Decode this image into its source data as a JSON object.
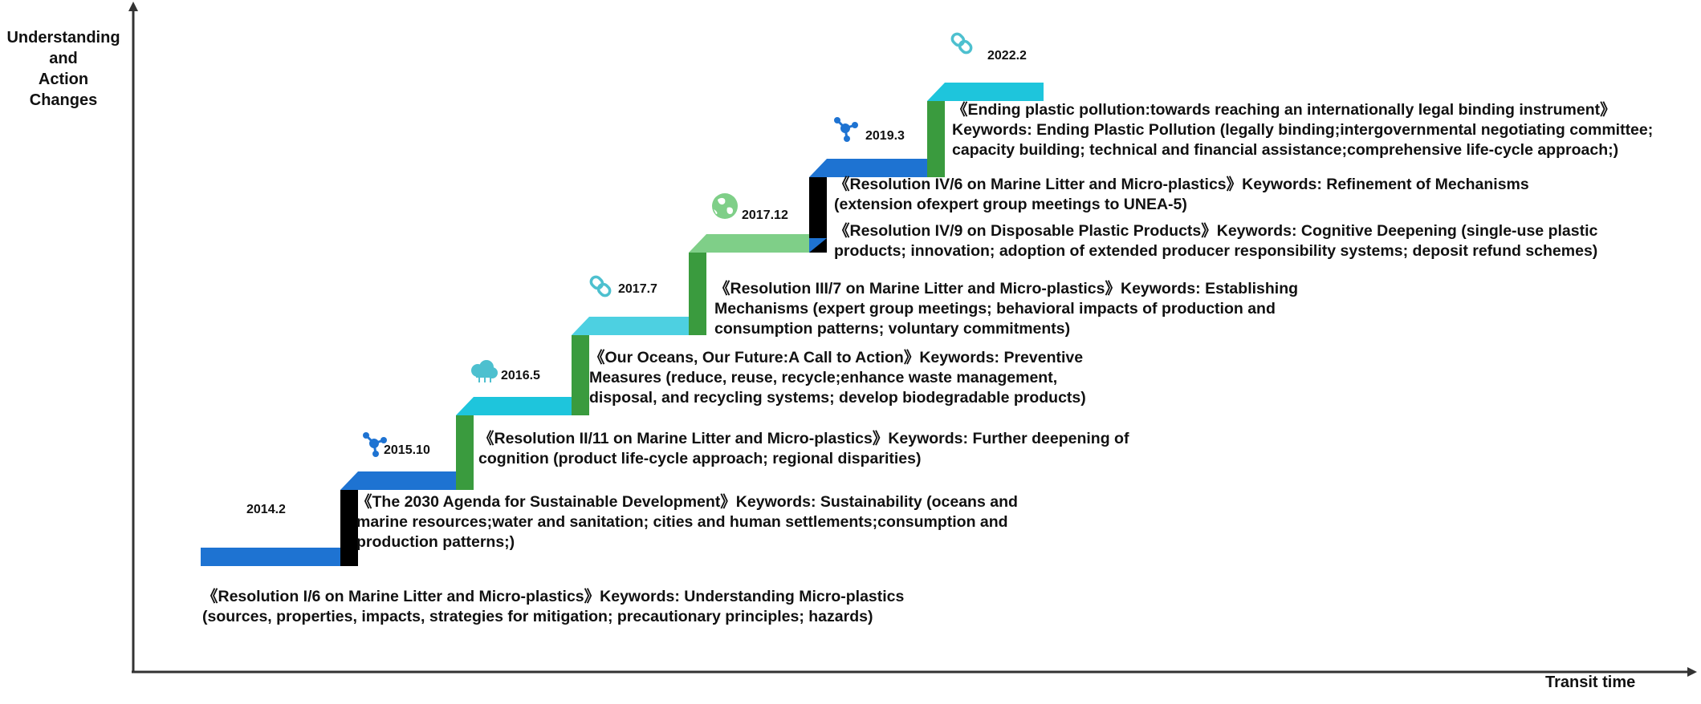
{
  "axes": {
    "y_label": [
      "Understanding",
      "and",
      "Action Changes"
    ],
    "x_label": "Transit time"
  },
  "colors": {
    "blue": "#1e73d2",
    "cyan": "#1ec5dc",
    "sky": "#4dd0e1",
    "light_green": "#7fcf88",
    "green": "#3a9b3e",
    "black": "#000000",
    "axis": "#333333"
  },
  "milestones": [
    {
      "date": "2014.2",
      "icon": "",
      "lines": [
        "《Resolution I/6 on Marine Litter and Micro-plastics》Keywords: Understanding Micro-plastics",
        "(sources, properties, impacts, strategies for mitigation; precautionary principles; hazards)"
      ]
    },
    {
      "date": "2015.10",
      "icon": "molecule-icon",
      "lines": [
        "《The 2030 Agenda for Sustainable Development》Keywords: Sustainability (oceans and",
        "marine resources;water and sanitation; cities and human settlements;consumption and",
        "production patterns;)"
      ]
    },
    {
      "date": "2016.5",
      "icon": "cloud-icon",
      "lines": [
        "《Resolution II/11 on Marine Litter and Micro-plastics》Keywords: Further deepening of",
        "cognition (product life-cycle approach; regional disparities)"
      ]
    },
    {
      "date": "2017.7",
      "icon": "link-icon",
      "lines": [
        "《Our Oceans, Our Future:A Call to Action》Keywords: Preventive",
        "Measures (reduce, reuse, recycle;enhance waste management,",
        "disposal, and recycling systems; develop biodegradable products)"
      ]
    },
    {
      "date": "2017.12",
      "icon": "globe-icon",
      "lines": [
        "《Resolution III/7 on Marine Litter and Micro-plastics》Keywords: Establishing",
        "Mechanisms (expert group meetings; behavioral impacts of production and",
        "consumption patterns; voluntary commitments)"
      ]
    },
    {
      "date": "2019.3",
      "icon": "molecule-icon",
      "lines": [
        "《Resolution IV/9 on Disposable Plastic Products》Keywords: Cognitive Deepening (single-use plastic",
        "products; innovation; adoption of extended producer responsibility systems; deposit refund schemes)"
      ],
      "lines_b": [
        "《Resolution IV/6 on Marine Litter and Micro-plastics》Keywords: Refinement of Mechanisms",
        "(extension ofexpert group meetings to UNEA-5)"
      ]
    },
    {
      "date": "2022.2",
      "icon": "link-icon",
      "lines": [
        "《Ending plastic pollution:towards reaching an internationally legal binding instrument》",
        "Keywords: Ending Plastic Pollution (legally binding;intergovernmental negotiating committee;",
        "capacity building; technical and financial assistance;comprehensive life-cycle approach;)"
      ]
    }
  ]
}
